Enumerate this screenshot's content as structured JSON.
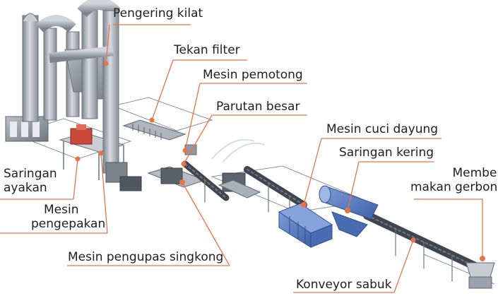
{
  "labels": {
    "flash_dryer": "Pengering kilat",
    "filter_press": "Tekan filter",
    "cutting_machine": "Mesin pemotong",
    "coarse_grater": "Parutan besar",
    "paddle_washer": "Mesin cuci dayung",
    "dry_sieve": "Saringan kering",
    "hopper_feeder_line1": "Memberi",
    "hopper_feeder_line2": "makan gerbong",
    "sieve_line1": "Saringan",
    "sieve_line2": "ayakan",
    "packing_line1": "Mesin",
    "packing_line2": "pengepakan",
    "peeler": "Mesin pengupas singkong",
    "belt_conveyor": "Konveyor sabuk"
  },
  "colors": {
    "leader_line": "#e8734a",
    "marker": "#e8734a",
    "equipment_metal": "#9aa3ad",
    "equipment_blue": "#5b7fc4",
    "conveyor_dark": "#3f4650",
    "frame_line": "#6c747d"
  }
}
